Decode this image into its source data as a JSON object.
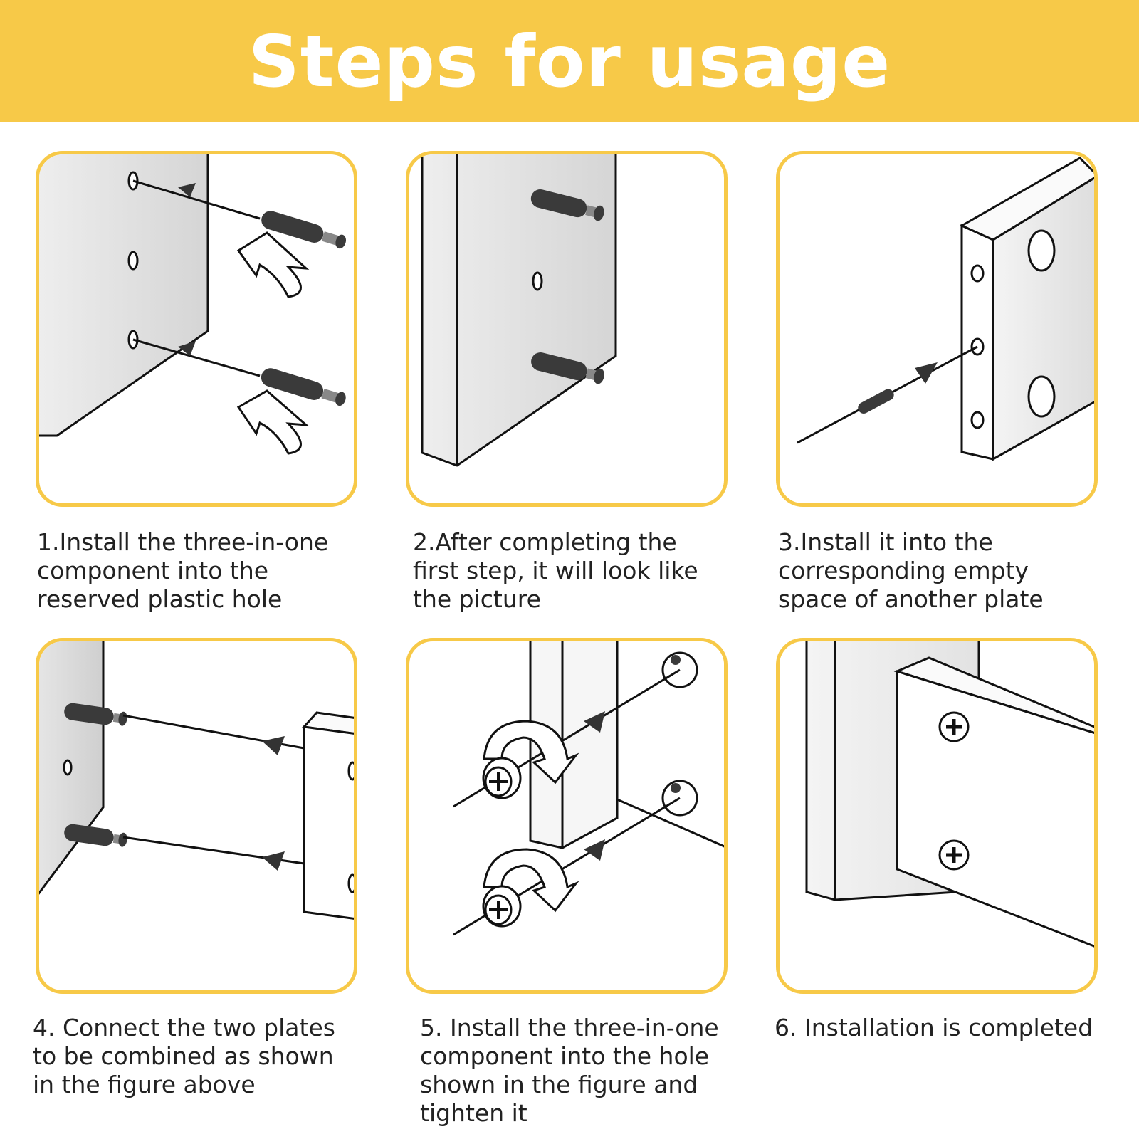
{
  "header": {
    "title": "Steps for usage"
  },
  "colors": {
    "accent": "#F7C948",
    "panel": "#dcdcdc",
    "line": "#111111",
    "part": "#3a3a3a"
  },
  "steps": [
    {
      "lines": [
        "1.Install the three-in-one",
        "component into the",
        "reserved plastic hole"
      ]
    },
    {
      "lines": [
        "2.After completing the",
        "first step, it will look like",
        "the picture"
      ]
    },
    {
      "lines": [
        "3.Install it into the",
        "corresponding empty",
        "space of another plate"
      ]
    },
    {
      "lines": [
        "4. Connect the two plates",
        "to be combined as shown",
        "in the figure above"
      ]
    },
    {
      "lines": [
        "5. Install the three-in-one",
        "component into the hole",
        "shown in the figure and",
        "tighten it"
      ]
    },
    {
      "lines": [
        "6. Installation is completed"
      ]
    }
  ]
}
